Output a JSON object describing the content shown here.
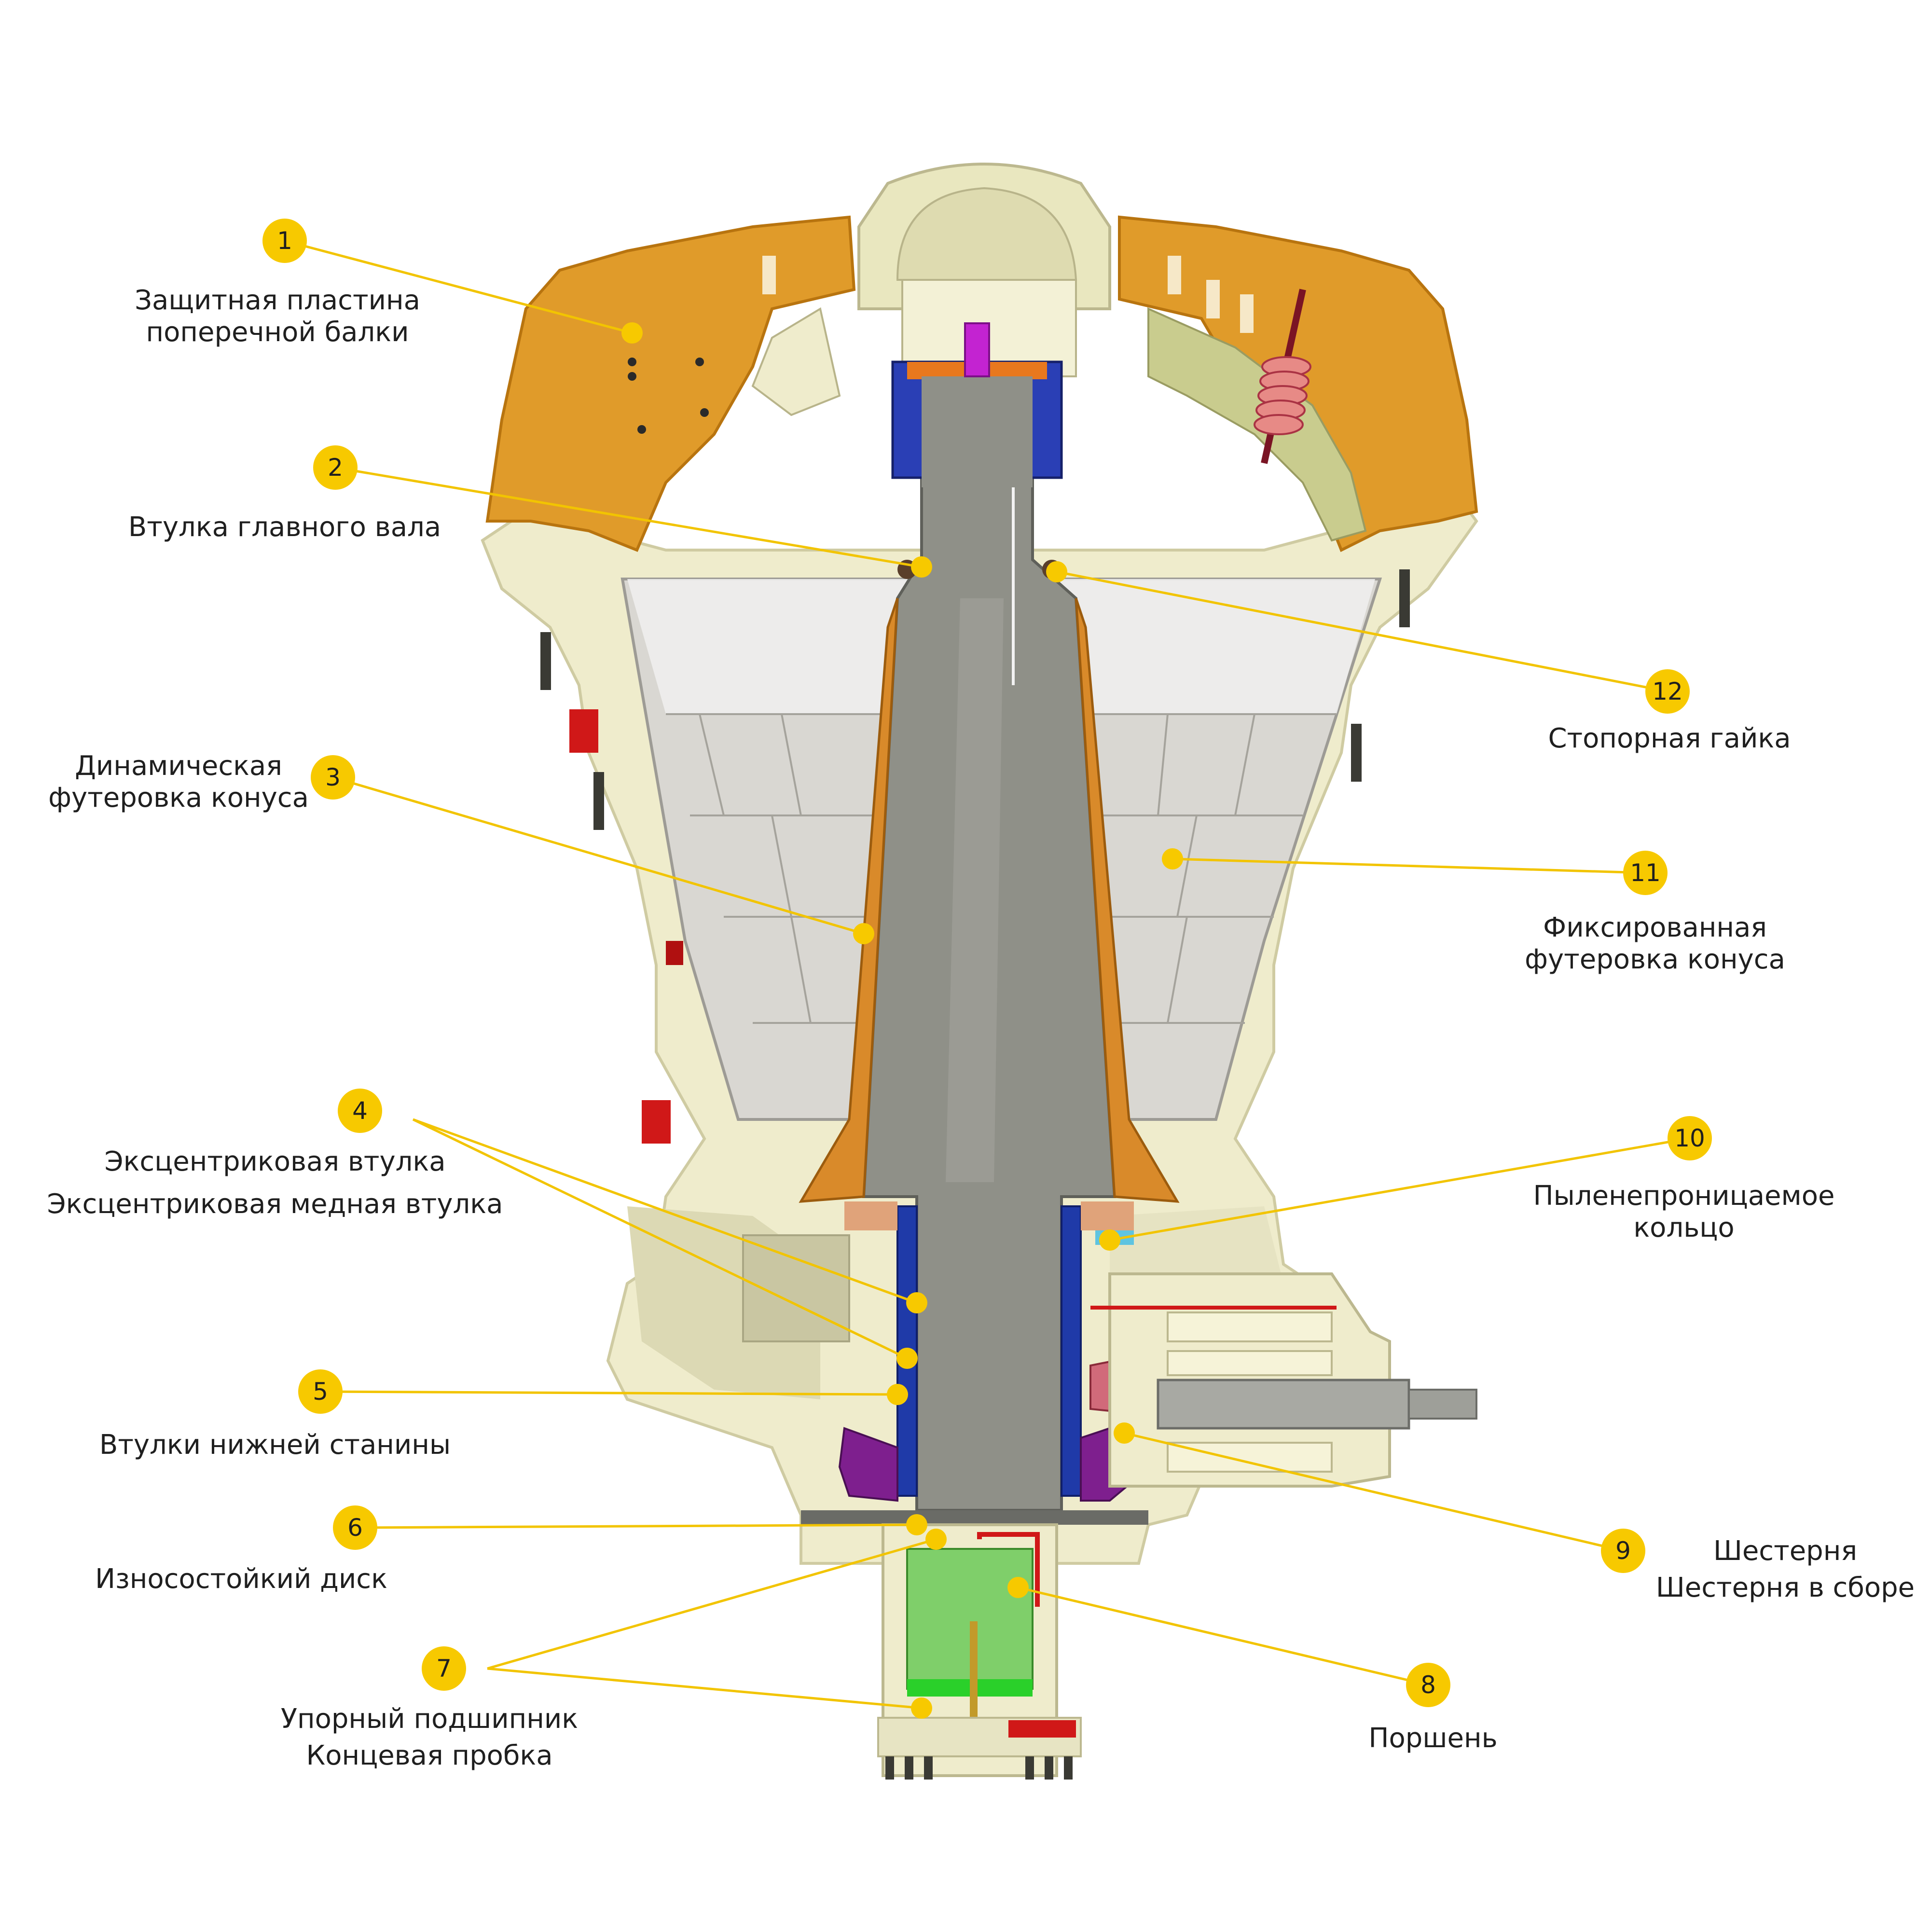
{
  "callouts": [
    {
      "n": "1",
      "lines": [
        "Защитная пластина",
        "поперечной балки"
      ]
    },
    {
      "n": "2",
      "lines": [
        "Втулка главного вала"
      ]
    },
    {
      "n": "3",
      "lines": [
        "Динамическая",
        "футеровка конуса"
      ]
    },
    {
      "n": "4",
      "lines": [
        "Эксцентриковая втулка",
        "Эксцентриковая медная втулка"
      ]
    },
    {
      "n": "5",
      "lines": [
        "Втулки нижней станины"
      ]
    },
    {
      "n": "6",
      "lines": [
        "Износостойкий диск"
      ]
    },
    {
      "n": "7",
      "lines": [
        "Упорный подшипник",
        "Концевая пробка"
      ]
    },
    {
      "n": "8",
      "lines": [
        "Поршень"
      ]
    },
    {
      "n": "9",
      "lines": [
        "Шестерня",
        "Шестерня в сборе"
      ]
    },
    {
      "n": "10",
      "lines": [
        "Пыленепроницаемое",
        "кольцо"
      ]
    },
    {
      "n": "11",
      "lines": [
        "Фиксированная",
        "футеровка конуса"
      ]
    },
    {
      "n": "12",
      "lines": [
        "Стопорная гайка"
      ]
    }
  ],
  "colors": {
    "marker": "#f7c900",
    "leader": "#f2c400",
    "frame": "#efeccc",
    "frame_shade": "#dcd9b4",
    "guard": "#e09b2a",
    "guard_shade": "#c57c12",
    "shaft": "#8f9088",
    "mantle": "#d98a2a",
    "liner": "#d9d7d2",
    "blue": "#2a3fb5",
    "purple": "#7e1f8e",
    "green": "#2ad02a",
    "red": "#d01818"
  }
}
